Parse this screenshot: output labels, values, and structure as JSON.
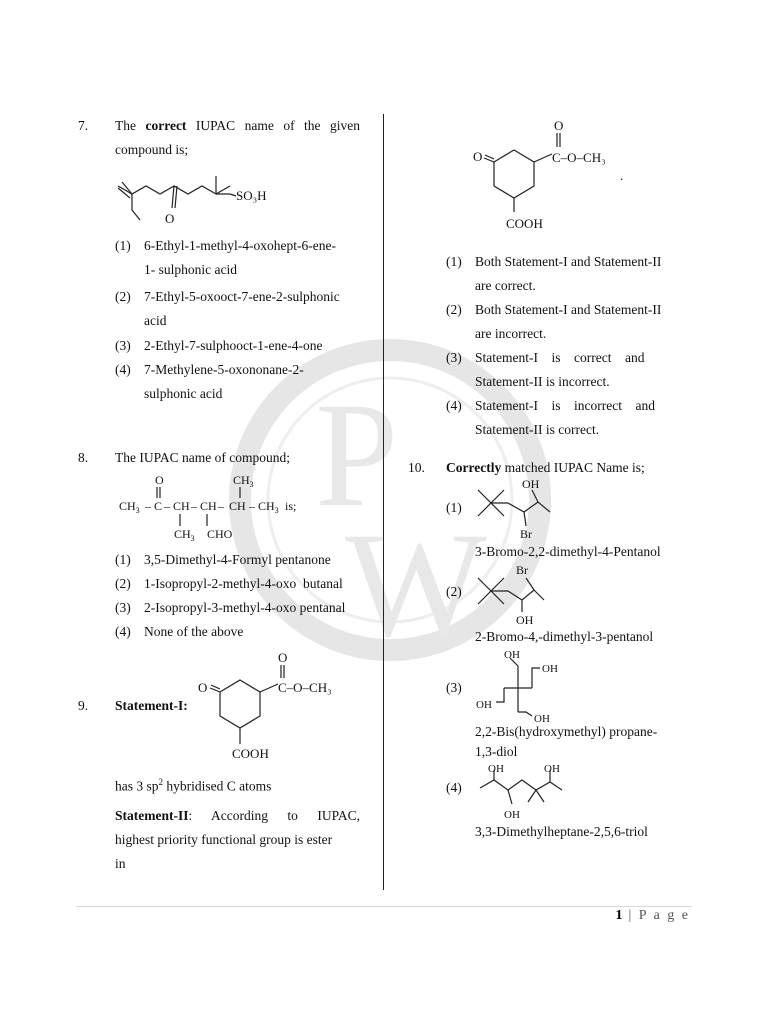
{
  "q7": {
    "num": "7.",
    "stem_pre": "The ",
    "stem_bold": "correct",
    "stem_post": " IUPAC name of the given",
    "stem_line2": "compound is;",
    "struct_label": "SO₃H",
    "struct_o": "O",
    "options": [
      {
        "n": "(1)",
        "l1": "6-Ethyl-1-methyl-4-oxohept-6-ene-",
        "l2": "1- sulphonic acid"
      },
      {
        "n": "(2)",
        "l1": "7-Ethyl-5-oxooct-7-ene-2-sulphonic",
        "l2": "acid"
      },
      {
        "n": "(3)",
        "l1": "2-Ethyl-7-sulphooct-1-ene-4-one",
        "l2": ""
      },
      {
        "n": "(4)",
        "l1": "7-Methylene-5-oxononane-2-",
        "l2": "sulphonic acid"
      }
    ]
  },
  "q8": {
    "num": "8.",
    "stem": "The IUPAC name of compound;",
    "formula": {
      "o": "O",
      "ch3_top": "CH",
      "sub3": "3",
      "main_ch3_left": "CH",
      "c": "C",
      "ch": "CH",
      "ch_right": "CH",
      "tail_ch3": "CH",
      "is": " is;",
      "ch3_bottom": "CH",
      "cho": "CHO"
    },
    "options": [
      {
        "n": "(1)",
        "t": "3,5-Dimethyl-4-Formyl pentanone"
      },
      {
        "n": "(2)",
        "t": "1-Isopropyl-2-methyl-4-oxo  butanal"
      },
      {
        "n": "(3)",
        "t": "2-Isopropyl-3-methyl-4-oxo pentanal"
      },
      {
        "n": "(4)",
        "t": "None of the above"
      }
    ]
  },
  "q9": {
    "num": "9.",
    "stmt1_label": "Statement-I:",
    "struct": {
      "o_ring": "O",
      "o_carbonyl": "O",
      "ester": "C–O–CH₃",
      "acid": "COOH"
    },
    "has_pre": "has  3 sp",
    "has_sup": "2",
    "has_post": " hybridised C atoms",
    "stmt2_label": "Statement-II",
    "stmt2_l1": ": According to IUPAC,",
    "stmt2_l2": "highest priority functional group is ester",
    "stmt2_l3": "in",
    "struct_right": {
      "o_ring": "O",
      "o_carbonyl": "O",
      "ester": "C–O–CH₃",
      "acid": "COOH",
      "dot": "."
    },
    "options": [
      {
        "n": "(1)",
        "l1": "Both Statement-I and Statement-II",
        "l2": "are correct."
      },
      {
        "n": "(2)",
        "l1": "Both Statement-I and Statement-II",
        "l2": "are incorrect."
      },
      {
        "n": "(3)",
        "l1": "Statement-I    is    correct    and",
        "l2": "Statement-II is incorrect."
      },
      {
        "n": "(4)",
        "l1": "Statement-I    is    incorrect    and",
        "l2": "Statement-II is correct."
      }
    ]
  },
  "q10": {
    "num": "10.",
    "stem_bold": "Correctly",
    "stem_post": " matched IUPAC Name is;",
    "options": [
      {
        "n": "(1)",
        "labels": [
          "OH",
          "Br"
        ],
        "name": "3-Bromo-2,2-dimethyl-4-Pentanol"
      },
      {
        "n": "(2)",
        "labels": [
          "Br",
          "OH"
        ],
        "name": "2-Bromo-4,-dimethyl-3-pentanol"
      },
      {
        "n": "(3)",
        "labels": [
          "OH",
          "OH",
          "OH",
          "OH"
        ],
        "name": "2,2-Bis(hydroxymethyl) propane-",
        "name2": "1,3-diol"
      },
      {
        "n": "(4)",
        "labels": [
          "OH",
          "OH",
          "OH"
        ],
        "name": "3,3-Dimethylheptane-2,5,6-triol"
      }
    ]
  },
  "watermark": {
    "l1": "P",
    "l2": "W"
  },
  "footer": {
    "page_num": "1",
    "page_label": "| P a g e"
  }
}
